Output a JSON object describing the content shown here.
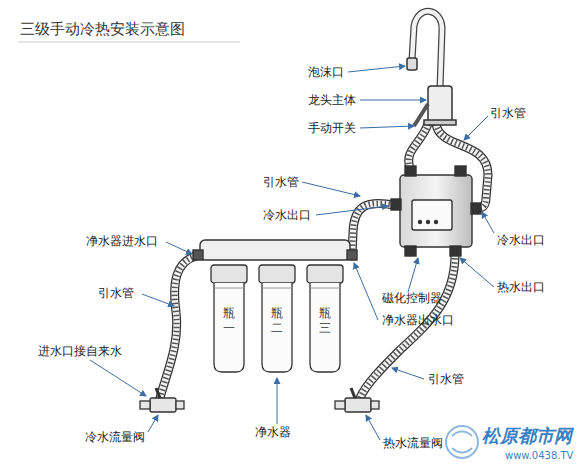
{
  "diagram": {
    "title": "三级手动冷热安装示意图",
    "nodes": [
      {
        "text": [
          "瓶 一"
        ]
      },
      {
        "text": [
          "瓶 二"
        ]
      },
      {
        "text": [
          "瓶 三"
        ]
      }
    ],
    "labels": [
      "泡沫口",
      "龙头主体",
      "手动开关",
      "引水管",
      "引水管",
      "冷水出口",
      "净水器进水口",
      "冷水出口",
      "引水管",
      "磁化控制器",
      "净水器出水口",
      "进水口接自来水",
      "热水出口",
      "引水管",
      "净水器",
      "冷水流量阀",
      "热水流量阀",
      "松原都市网",
      "www.0438.TV"
    ]
  }
}
